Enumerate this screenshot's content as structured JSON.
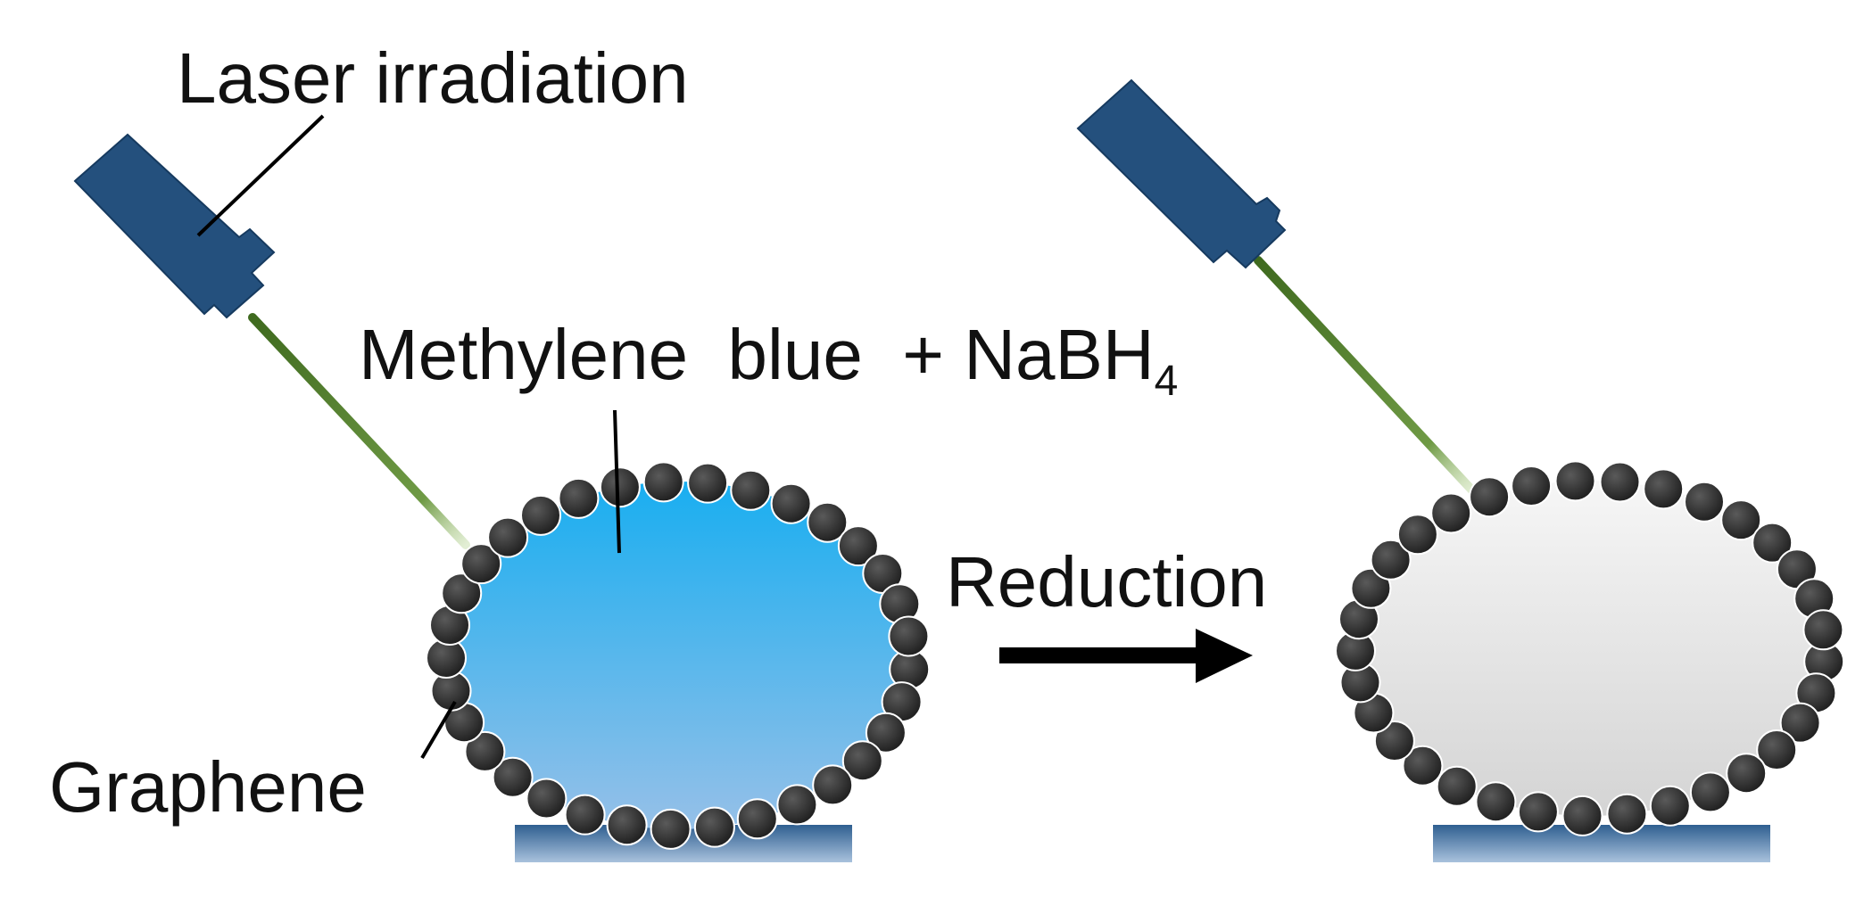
{
  "labels": {
    "laser": "Laser irradiation",
    "reactants_main": "Methylene  blue  + NaBH",
    "reactants_sub": "4",
    "reduction": "Reduction",
    "graphene": "Graphene"
  },
  "colors": {
    "laser_body": "#24507d",
    "beam": "#5a8a32",
    "droplet_before_top": "#19aef0",
    "droplet_before_bottom": "#96c0e8",
    "droplet_after_top": "#f6f6f6",
    "droplet_after_bottom": "#d4d4d4",
    "graphene": "#262626",
    "substrate": "#3c6898"
  },
  "icons": [
    "laser-icon",
    "droplet-icon",
    "graphene-particle-icon",
    "substrate-icon",
    "arrow-right-icon"
  ]
}
